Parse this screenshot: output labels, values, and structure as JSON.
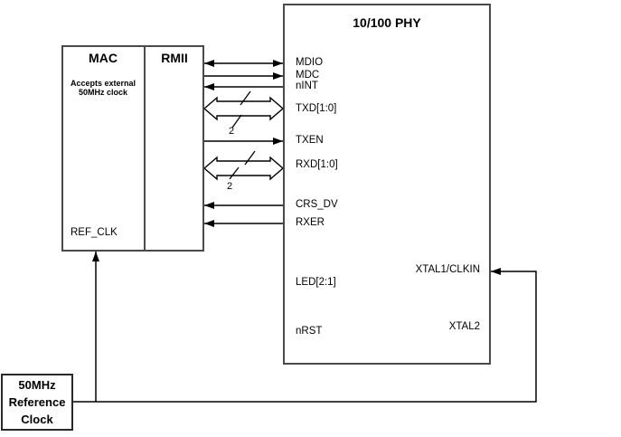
{
  "diagram": {
    "mac": {
      "title": "MAC",
      "note_line1": "Accepts external",
      "note_line2": "50MHz clock",
      "pin_ref_clk": "REF_CLK"
    },
    "rmii": {
      "title": "RMII"
    },
    "phy": {
      "title": "10/100 PHY",
      "pins_left": [
        "MDIO",
        "MDC",
        "nINT",
        "TXD[1:0]",
        "TXEN",
        "RXD[1:0]",
        "CRS_DV",
        "RXER",
        "LED[2:1]",
        "nRST"
      ],
      "pins_right": [
        "XTAL1/CLKIN",
        "XTAL2"
      ]
    },
    "clock_source": {
      "line1": "50MHz",
      "line2": "Reference",
      "line3": "Clock"
    },
    "buses": {
      "txd_width": "2",
      "rxd_width": "2"
    },
    "connections": [
      {
        "signal": "MDIO",
        "between": [
          "RMII",
          "10/100 PHY"
        ],
        "direction": "bidirectional",
        "style": "single-line"
      },
      {
        "signal": "MDC",
        "from": "RMII",
        "to": "10/100 PHY",
        "direction": "right",
        "style": "single-line"
      },
      {
        "signal": "nINT",
        "from": "10/100 PHY",
        "to": "RMII",
        "direction": "left",
        "style": "single-line"
      },
      {
        "signal": "TXD[1:0]",
        "between": [
          "RMII",
          "10/100 PHY"
        ],
        "direction": "bidirectional",
        "style": "hollow-bus",
        "width": "2"
      },
      {
        "signal": "TXEN",
        "from": "RMII",
        "to": "10/100 PHY",
        "direction": "right",
        "style": "single-line"
      },
      {
        "signal": "RXD[1:0]",
        "between": [
          "RMII",
          "10/100 PHY"
        ],
        "direction": "bidirectional",
        "style": "hollow-bus",
        "width": "2"
      },
      {
        "signal": "CRS_DV",
        "from": "10/100 PHY",
        "to": "RMII",
        "direction": "left",
        "style": "single-line"
      },
      {
        "signal": "RXER",
        "from": "10/100 PHY",
        "to": "RMII",
        "direction": "left",
        "style": "single-line"
      },
      {
        "signal": "50MHz clock",
        "from": "50MHz Reference Clock",
        "to": "MAC REF_CLK",
        "style": "single-line"
      },
      {
        "signal": "50MHz clock",
        "from": "50MHz Reference Clock",
        "to": "10/100 PHY XTAL1/CLKIN",
        "style": "single-line"
      }
    ],
    "colors": {
      "background": "#ffffff",
      "box_border": "#4a4a4a",
      "wire": "#000000",
      "text": "#000000"
    }
  }
}
